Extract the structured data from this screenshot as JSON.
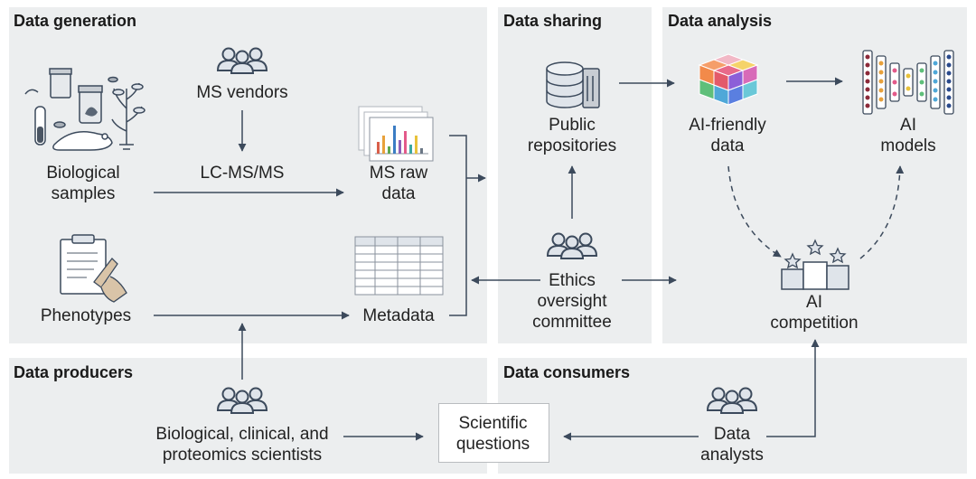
{
  "panels": {
    "data_generation": "Data generation",
    "data_sharing": "Data sharing",
    "data_analysis": "Data analysis",
    "data_producers": "Data producers",
    "data_consumers": "Data consumers"
  },
  "nodes": {
    "ms_vendors": "MS vendors",
    "lc_ms": "LC-MS/MS",
    "biological_samples": [
      "Biological",
      "samples"
    ],
    "ms_raw_data": [
      "MS raw",
      "data"
    ],
    "phenotypes": "Phenotypes",
    "metadata": "Metadata",
    "public_repositories": [
      "Public",
      "repositories"
    ],
    "ethics": [
      "Ethics",
      "oversight",
      "committee"
    ],
    "ai_friendly": [
      "AI-friendly",
      "data"
    ],
    "ai_models": [
      "AI",
      "models"
    ],
    "ai_competition": [
      "AI",
      "competition"
    ],
    "scientists": [
      "Biological, clinical, and",
      "proteomics scientists"
    ],
    "scientific_questions": [
      "Scientific",
      "questions"
    ],
    "data_analysts": [
      "Data",
      "analysts"
    ]
  },
  "colors": {
    "panel": "#eceeef",
    "icon_fill": "#dfe4ea",
    "icon_stroke": "#3c4a5c",
    "arrow": "#3c4a5c"
  }
}
